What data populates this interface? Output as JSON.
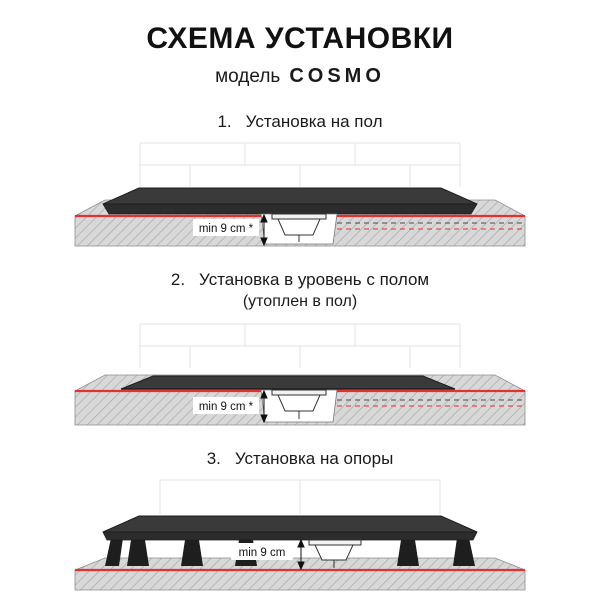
{
  "header": {
    "title": "СХЕМА УСТАНОВКИ",
    "model_label": "модель",
    "model_name": "COSMO"
  },
  "sections": [
    {
      "number": "1.",
      "title": "Установка на пол",
      "min_label": "min 9 cm *"
    },
    {
      "number": "2.",
      "title": "Установка в уровень с полом",
      "subtitle": "(утоплен в пол)",
      "min_label": "min 9 cm *"
    },
    {
      "number": "3.",
      "title": "Установка на опоры",
      "min_label": "min 9 cm"
    }
  ],
  "colors": {
    "accent_red": "#e53030",
    "tray_dark": "#3a3a3a",
    "tray_edge": "#2c2c2c",
    "floor_gray": "#d8d8d8",
    "hatch_gray": "#a5a5a5",
    "tile_line": "#e3e3e3"
  }
}
